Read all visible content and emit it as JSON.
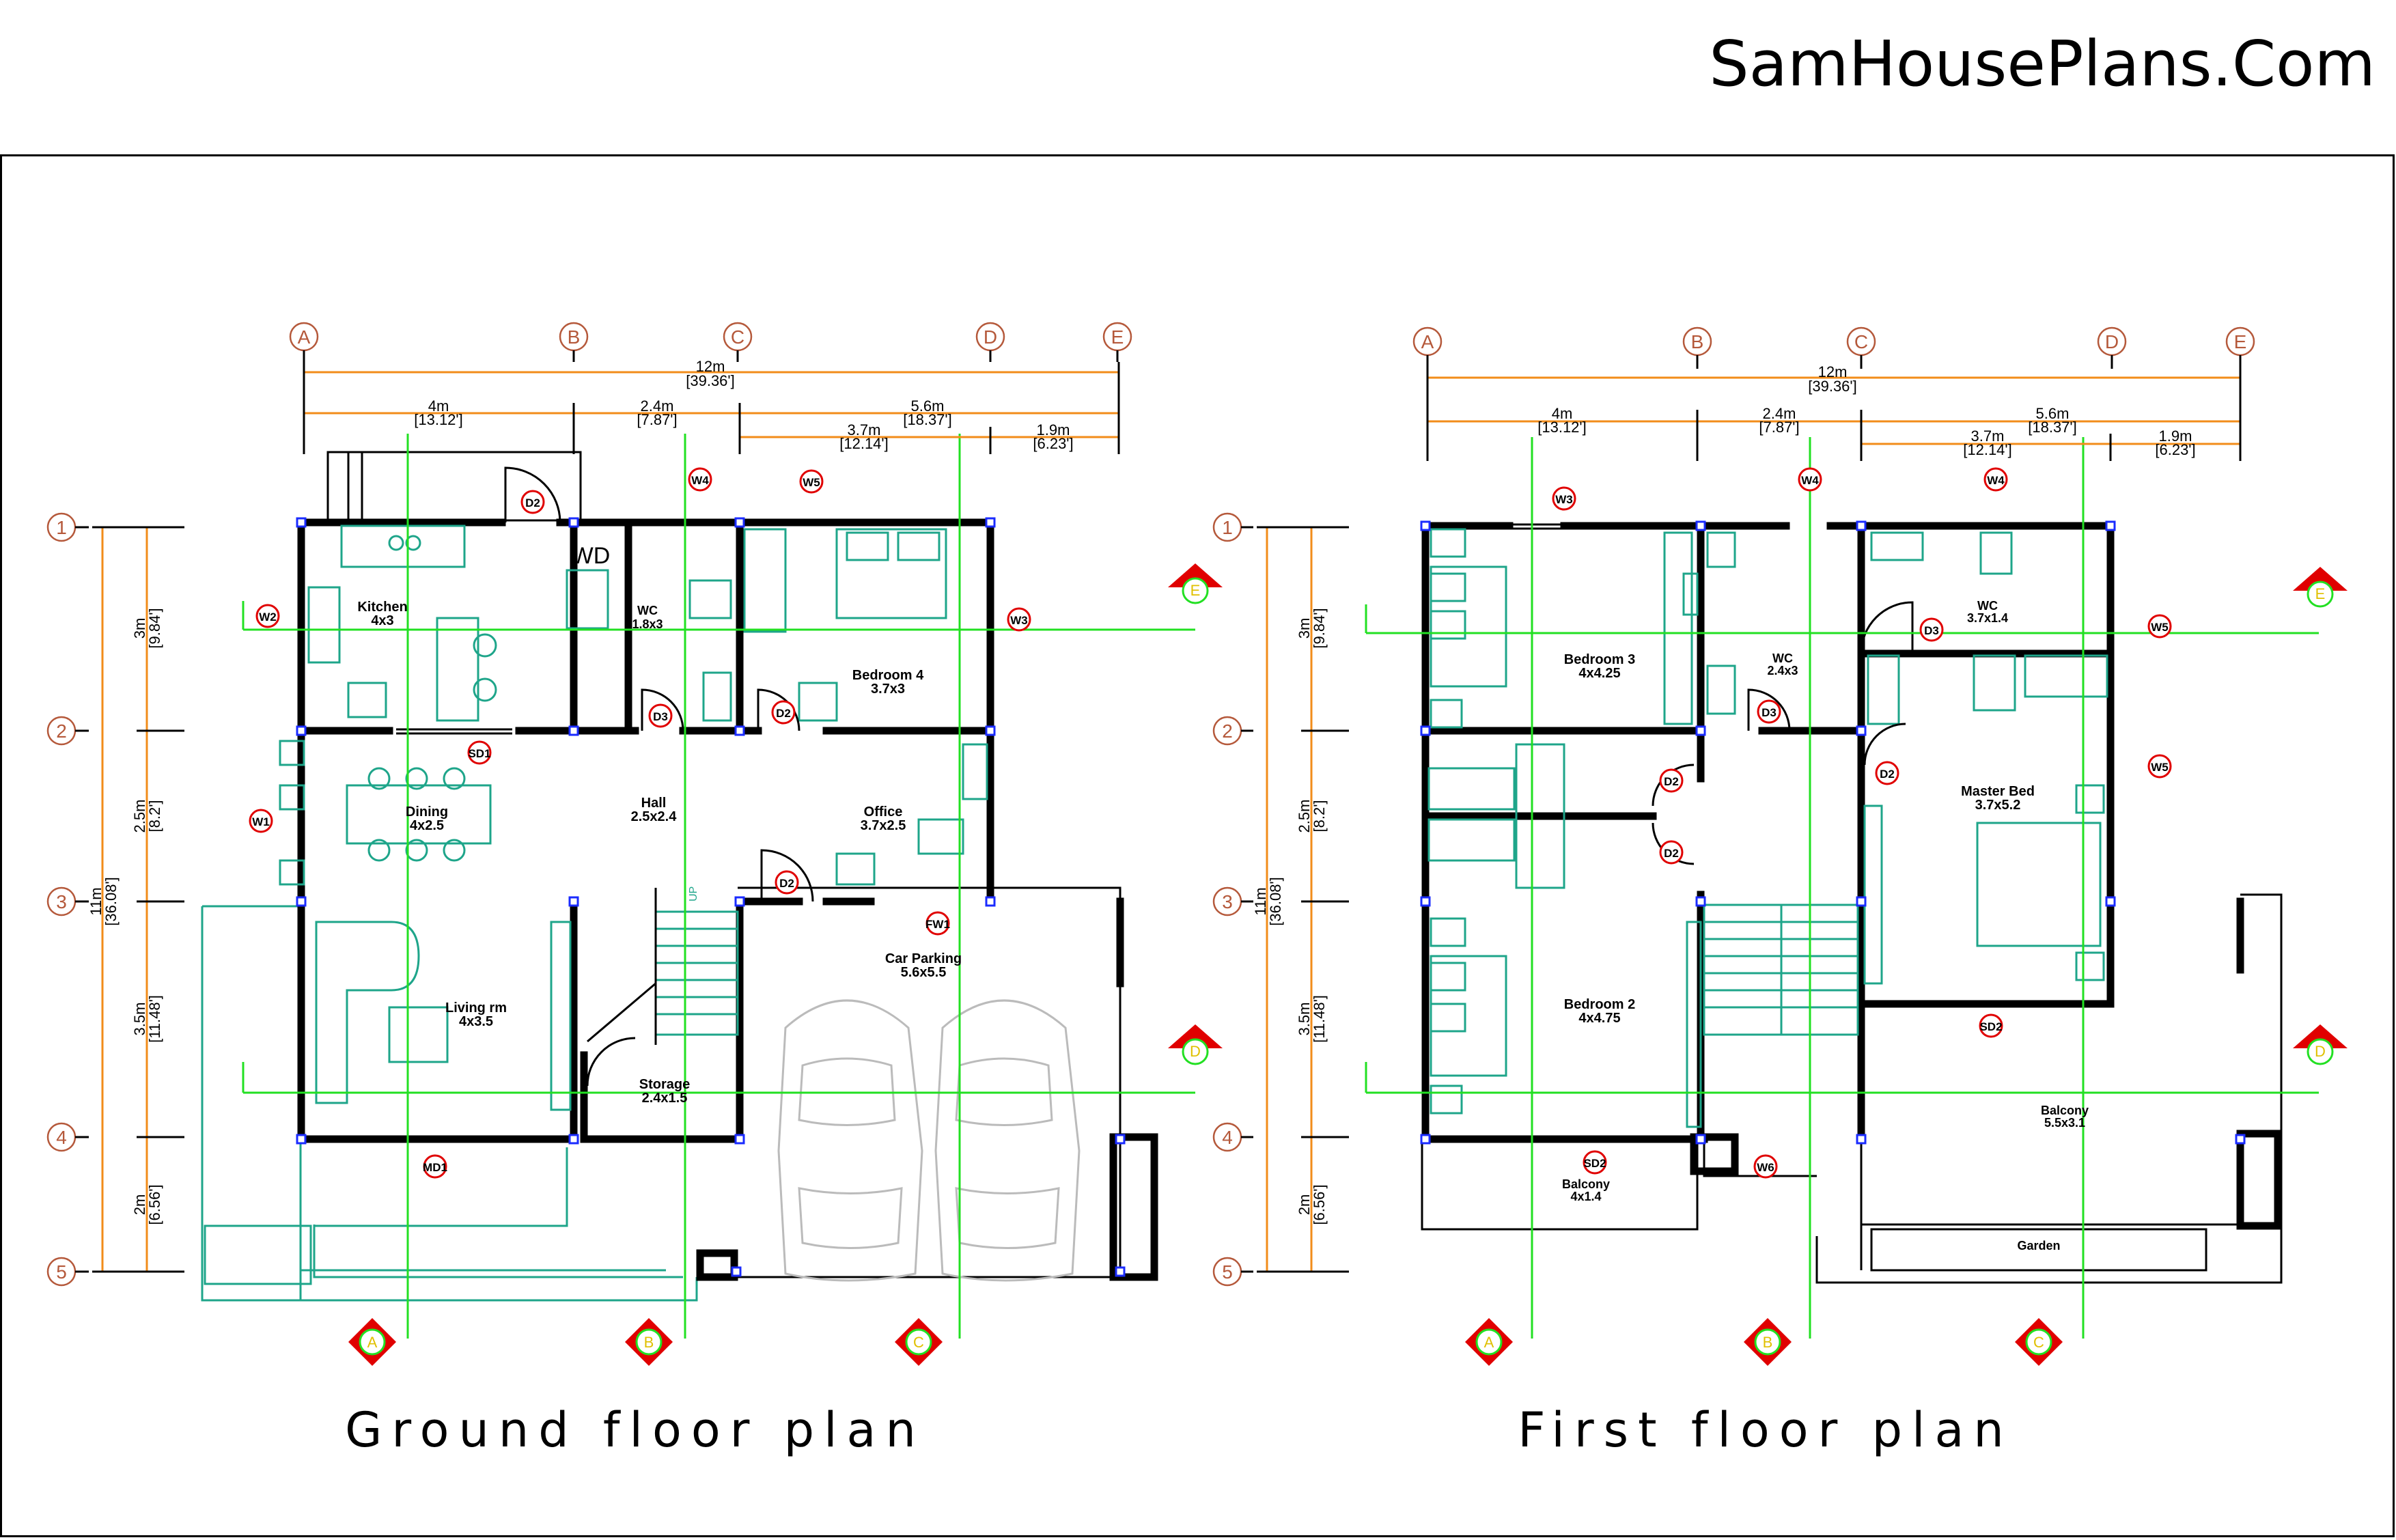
{
  "site_title": "SamHousePlans.Com",
  "plans": [
    {
      "title": "Ground floor plan",
      "grid_columns": [
        "A",
        "B",
        "C",
        "D",
        "E"
      ],
      "grid_rows": [
        "1",
        "2",
        "3",
        "4",
        "5"
      ],
      "top_dimensions": {
        "total": [
          "12m",
          "[39.36']"
        ],
        "ab": [
          "4m",
          "[13.12']"
        ],
        "bc": [
          "2.4m",
          "[7.87']"
        ],
        "ce": [
          "5.6m",
          "[18.37']"
        ],
        "cd": [
          "3.7m",
          "[12.14']"
        ],
        "de": [
          "1.9m",
          "[6.23']"
        ]
      },
      "side_dimensions": {
        "total": [
          "11m",
          "[36.08']"
        ],
        "r12": [
          "3m",
          "[9.84']"
        ],
        "r23": [
          "2.5m",
          "[8.2']"
        ],
        "r34": [
          "3.5m",
          "[11.48']"
        ],
        "r45": [
          "2m",
          "[6.56']"
        ]
      },
      "rooms": [
        {
          "name": "Kitchen",
          "size": "4x3"
        },
        {
          "name": "WC",
          "size": "1.8x3"
        },
        {
          "name": "Bedroom 4",
          "size": "3.7x3"
        },
        {
          "name": "Dining",
          "size": "4x2.5"
        },
        {
          "name": "Hall",
          "size": "2.5x2.4"
        },
        {
          "name": "Office",
          "size": "3.7x2.5"
        },
        {
          "name": "Living rm",
          "size": "4x3.5"
        },
        {
          "name": "Car Parking",
          "size": "5.6x5.5"
        },
        {
          "name": "Storage",
          "size": "2.4x1.5"
        }
      ],
      "labels": {
        "wd": "WD",
        "up": "UP"
      },
      "tags": [
        "D2",
        "W4",
        "W5",
        "W2",
        "W3",
        "D3",
        "D2",
        "SD1",
        "W1",
        "D2",
        "FW1",
        "MD1"
      ],
      "section_marks": [
        "A",
        "B",
        "C",
        "E",
        "D"
      ]
    },
    {
      "title": "First floor plan",
      "grid_columns": [
        "A",
        "B",
        "C",
        "D",
        "E"
      ],
      "grid_rows": [
        "1",
        "2",
        "3",
        "4",
        "5"
      ],
      "top_dimensions": {
        "total": [
          "12m",
          "[39.36']"
        ],
        "ab": [
          "4m",
          "[13.12']"
        ],
        "bc": [
          "2.4m",
          "[7.87']"
        ],
        "ce": [
          "5.6m",
          "[18.37']"
        ],
        "cd": [
          "3.7m",
          "[12.14']"
        ],
        "de": [
          "1.9m",
          "[6.23']"
        ]
      },
      "side_dimensions": {
        "total": [
          "11m",
          "[36.08']"
        ],
        "r12": [
          "3m",
          "[9.84']"
        ],
        "r23": [
          "2.5m",
          "[8.2']"
        ],
        "r34": [
          "3.5m",
          "[11.48']"
        ],
        "r45": [
          "2m",
          "[6.56']"
        ]
      },
      "rooms": [
        {
          "name": "Bedroom 3",
          "size": "4x4.25"
        },
        {
          "name": "WC",
          "size": "2.4x3"
        },
        {
          "name": "WC",
          "size": "3.7x1.4"
        },
        {
          "name": "Master Bed",
          "size": "3.7x5.2"
        },
        {
          "name": "Bedroom 2",
          "size": "4x4.75"
        },
        {
          "name": "Balcony",
          "size": "5.5x3.1"
        },
        {
          "name": "Balcony",
          "size": "4x1.4"
        },
        {
          "name": "Garden",
          "size": ""
        }
      ],
      "tags": [
        "W3",
        "W4",
        "W4",
        "D3",
        "D3",
        "W5",
        "D2",
        "D2",
        "D2",
        "W5",
        "SD2",
        "SD2",
        "W6"
      ],
      "section_marks": [
        "A",
        "B",
        "C",
        "E",
        "D"
      ]
    }
  ]
}
